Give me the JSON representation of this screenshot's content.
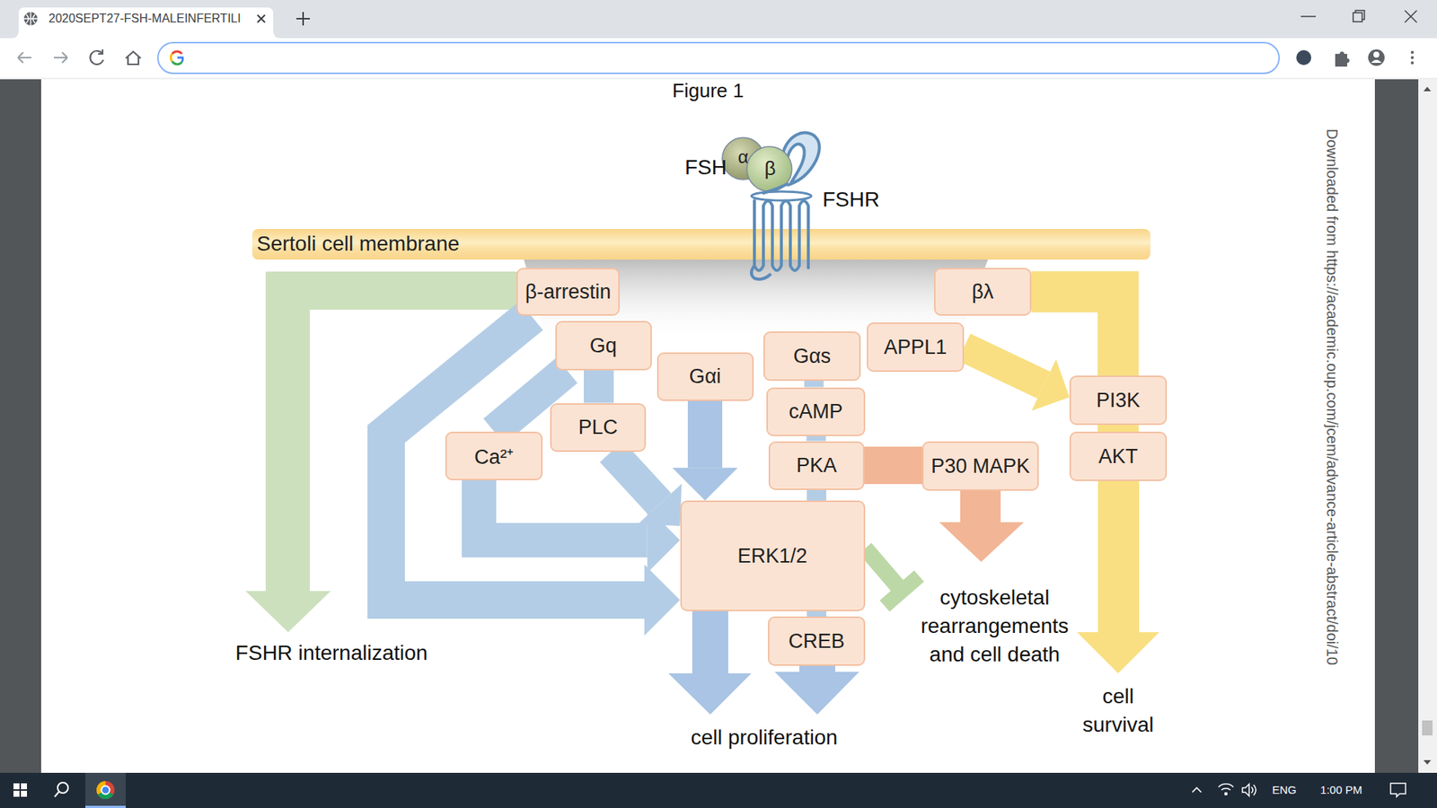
{
  "diagram": {
    "title": "Figure 1",
    "nodes": [
      {
        "text": [
          "Sertoli cell membrane"
        ]
      },
      {
        "text": [
          "β-arrestin"
        ]
      },
      {
        "text": [
          "βλ"
        ]
      },
      {
        "text": [
          "Gq"
        ]
      },
      {
        "text": [
          "Gαs"
        ]
      },
      {
        "text": [
          "APPL1"
        ]
      },
      {
        "text": [
          "Gαi"
        ]
      },
      {
        "text": [
          "PI3K"
        ]
      },
      {
        "text": [
          "cAMP"
        ]
      },
      {
        "text": [
          "PLC"
        ]
      },
      {
        "text": [
          "Ca²⁺"
        ]
      },
      {
        "text": [
          "AKT"
        ]
      },
      {
        "text": [
          "PKA"
        ]
      },
      {
        "text": [
          "P30 MAPK"
        ]
      },
      {
        "text": [
          "ERK1/2"
        ]
      },
      {
        "text": [
          "CREB"
        ]
      }
    ],
    "edges": [
      {
        "from": 1,
        "to": 14,
        "arrow": "to"
      },
      {
        "from": 3,
        "to": 10,
        "arrow": "none"
      },
      {
        "from": 10,
        "to": 14,
        "arrow": "to"
      },
      {
        "from": 3,
        "to": 9,
        "arrow": "none"
      },
      {
        "from": 9,
        "to": 14,
        "arrow": "to"
      },
      {
        "from": 6,
        "to": 14,
        "arrow": "to"
      },
      {
        "from": 4,
        "to": 8,
        "arrow": "none"
      },
      {
        "from": 8,
        "to": 12,
        "arrow": "none"
      },
      {
        "from": 12,
        "to": 14,
        "arrow": "none"
      },
      {
        "from": 14,
        "to": 15,
        "arrow": "none"
      },
      {
        "from": 12,
        "to": 13,
        "arrow": "none"
      },
      {
        "from": 5,
        "to": 7,
        "arrow": "to"
      },
      {
        "from": 2,
        "to": 7,
        "arrow": "none"
      },
      {
        "from": 7,
        "to": 11,
        "arrow": "none"
      }
    ],
    "labels": [
      "2020SEPT27-FSH-MALEINFERTILI",
      "FSH",
      "α",
      "β",
      "FSHR",
      "FSHR internalization",
      "cell proliferation",
      "cytoskeletal rearrangements and cell death",
      "cell survival",
      "Downloaded from https://academic.oup.com/jcem/advance-article-abstract/doi/10",
      "ENG",
      "1:00 PM"
    ]
  }
}
